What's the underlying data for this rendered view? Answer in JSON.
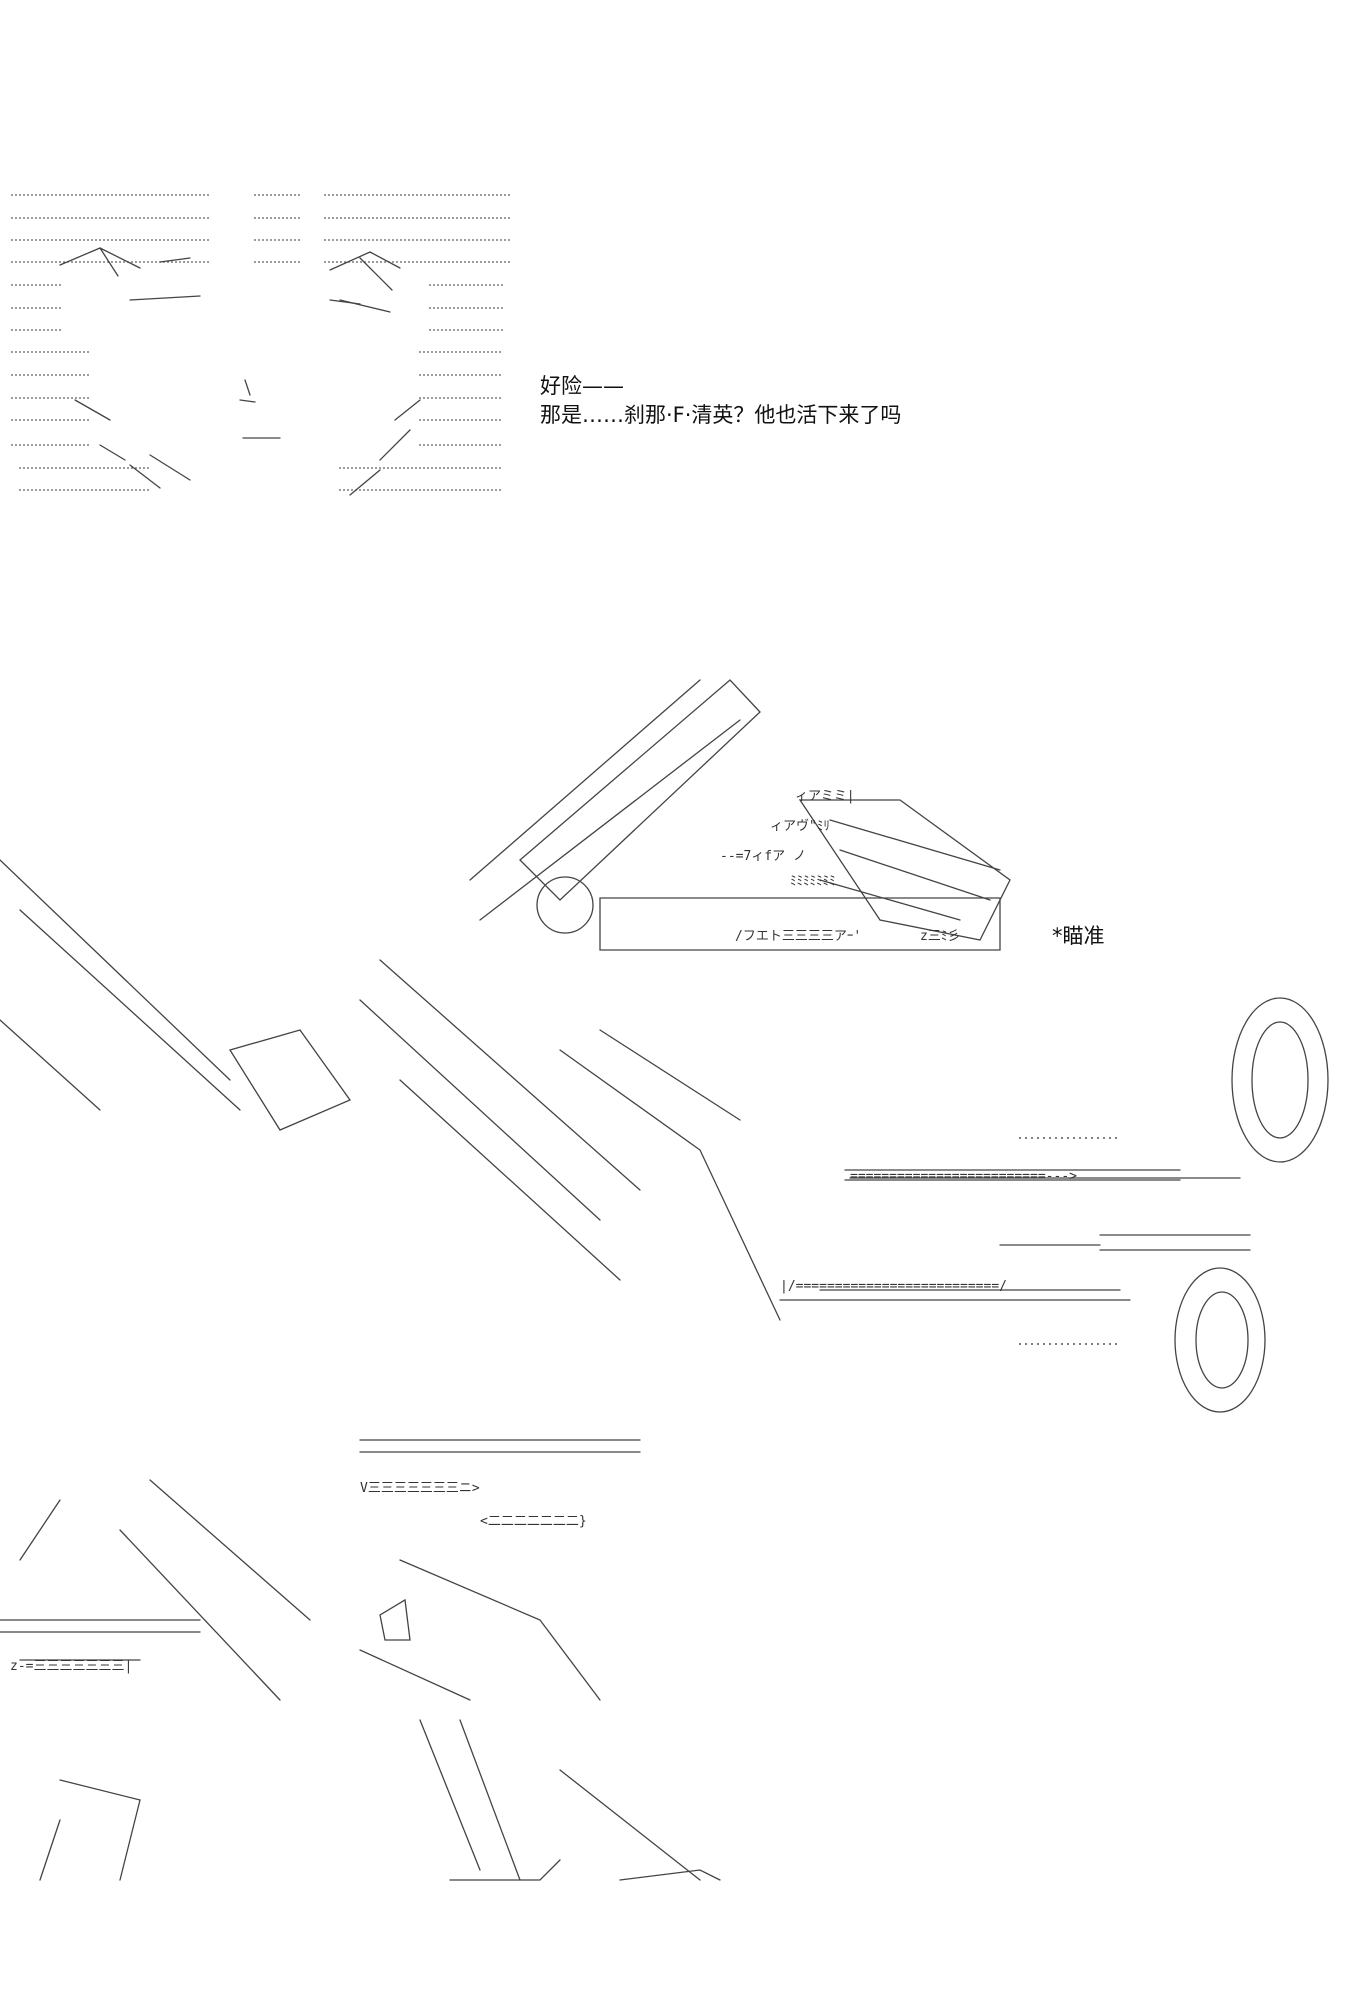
{
  "dialogue": {
    "line1": "好险——",
    "line2": "那是……刹那·F·清英？他也活下来了吗"
  },
  "sfx": {
    "aiming": "*瞄准"
  },
  "colors": {
    "background": "#ffffff",
    "ink": "#111111",
    "art_line": "#444444"
  }
}
